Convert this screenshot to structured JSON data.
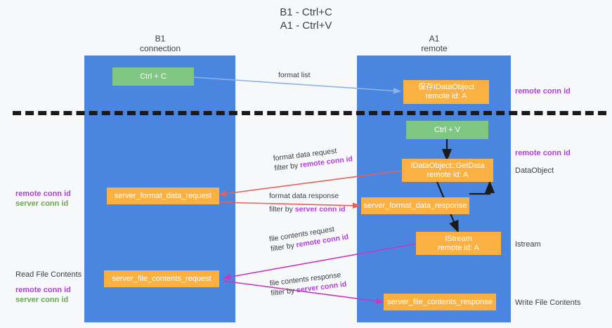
{
  "title": "B1 - Ctrl+C\nA1 - Ctrl+V",
  "columns": [
    {
      "name": "left-column",
      "label": "B1\nconnection"
    },
    {
      "name": "right-column",
      "label": "A1\nremote"
    }
  ],
  "nodes": [
    {
      "name": "node-ctrl-c",
      "label": "Ctrl + C"
    },
    {
      "name": "node-save-idataobject",
      "label": "保存IDataObject\nremote id: A"
    },
    {
      "name": "node-ctrl-v",
      "label": "Ctrl + V"
    },
    {
      "name": "node-idataobject-getdata",
      "label": "IDataObject::GetData\nremote id: A"
    },
    {
      "name": "node-server-format-data-request",
      "label": "server_format_data_request"
    },
    {
      "name": "node-server-format-data-response",
      "label": "server_format_data_response"
    },
    {
      "name": "node-istream",
      "label": "IStream\nremote id: A"
    },
    {
      "name": "node-server-file-contents-request",
      "label": "server_file_contents_request"
    },
    {
      "name": "node-server-file-contents-response",
      "label": "server_file_contents_response"
    }
  ],
  "edge_labels": [
    {
      "name": "edge-format-list",
      "line1": "format list",
      "line2": "",
      "line2_hl": ""
    },
    {
      "name": "edge-format-data-request",
      "line1": "format data request",
      "line2": "filter by ",
      "line2_hl": "remote conn id"
    },
    {
      "name": "edge-format-data-response",
      "line1": "format data response",
      "line2": "filter by ",
      "line2_hl": "server conn id"
    },
    {
      "name": "edge-file-contents-request",
      "line1": "file contents request",
      "line2": "filter by ",
      "line2_hl": "remote conn id"
    },
    {
      "name": "edge-file-contents-response",
      "line1": "file contents response",
      "line2": "filter by ",
      "line2_hl": "server conn id"
    }
  ],
  "notes": {
    "right_conn_id_top": "remote conn id",
    "right_conn_id_mid": "remote conn id",
    "right_dataobject": "DataObject",
    "right_istream": "Istream",
    "right_write_file": "Write File Contents",
    "left_mid_purple": "remote conn id",
    "left_mid_green": "server conn id",
    "left_read_file": "Read File Contents",
    "left_bottom_purple": "remote conn id",
    "left_bottom_green": "server conn id"
  },
  "colors": {
    "lane": "#4a86e0",
    "green_node": "#81c784",
    "orange_node": "#fbb141",
    "purple_text": "#b03fd9",
    "green_text": "#6aa84f",
    "arrow_blue": "#8ab4e8",
    "arrow_red": "#e8605a",
    "arrow_magenta": "#c936c0",
    "arrow_black": "#1a1a1a",
    "background": "#f7f8f9"
  }
}
